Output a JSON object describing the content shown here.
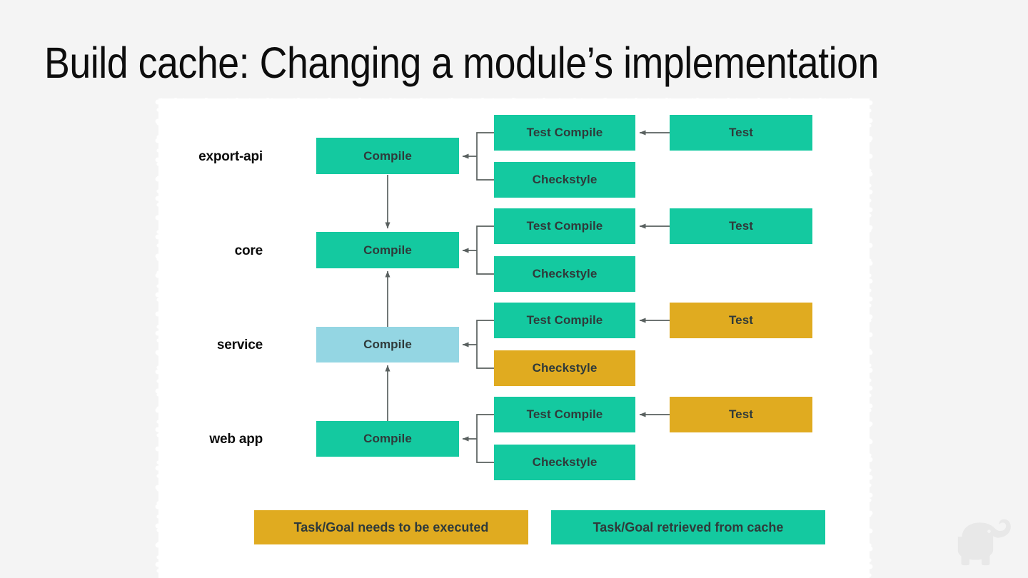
{
  "slide": {
    "title": "Build cache: Changing a module’s implementation",
    "background_color": "#f4f4f4",
    "panel_color": "#ffffff"
  },
  "colors": {
    "cached_green": "#14C9A0",
    "execute_gold": "#E0AB20",
    "changed_blue": "#94D6E3",
    "connector_gray": "#59605F",
    "node_text": "#2f3a3a"
  },
  "diagram": {
    "type": "dependency-graph",
    "rows": [
      {
        "module": "export-api",
        "compile": {
          "label": "Compile",
          "state": "cached",
          "color": "#14C9A0"
        },
        "test_compile": {
          "label": "Test Compile",
          "state": "cached",
          "color": "#14C9A0"
        },
        "checkstyle": {
          "label": "Checkstyle",
          "state": "cached",
          "color": "#14C9A0"
        },
        "test": {
          "label": "Test",
          "state": "cached",
          "color": "#14C9A0"
        }
      },
      {
        "module": "core",
        "compile": {
          "label": "Compile",
          "state": "cached",
          "color": "#14C9A0"
        },
        "test_compile": {
          "label": "Test Compile",
          "state": "cached",
          "color": "#14C9A0"
        },
        "checkstyle": {
          "label": "Checkstyle",
          "state": "cached",
          "color": "#14C9A0"
        },
        "test": {
          "label": "Test",
          "state": "cached",
          "color": "#14C9A0"
        }
      },
      {
        "module": "service",
        "compile": {
          "label": "Compile",
          "state": "changed",
          "color": "#94D6E3"
        },
        "test_compile": {
          "label": "Test Compile",
          "state": "cached",
          "color": "#14C9A0"
        },
        "checkstyle": {
          "label": "Checkstyle",
          "state": "execute",
          "color": "#E0AB20"
        },
        "test": {
          "label": "Test",
          "state": "execute",
          "color": "#E0AB20"
        }
      },
      {
        "module": "web app",
        "compile": {
          "label": "Compile",
          "state": "cached",
          "color": "#14C9A0"
        },
        "test_compile": {
          "label": "Test Compile",
          "state": "cached",
          "color": "#14C9A0"
        },
        "checkstyle": {
          "label": "Checkstyle",
          "state": "cached",
          "color": "#14C9A0"
        },
        "test": {
          "label": "Test",
          "state": "execute",
          "color": "#E0AB20"
        }
      }
    ]
  },
  "legend": {
    "execute": {
      "label": "Task/Goal needs to be executed",
      "color": "#E0AB20"
    },
    "cached": {
      "label": "Task/Goal retrieved from cache",
      "color": "#14C9A0"
    }
  },
  "watermark": {
    "icon": "elephant-logo"
  }
}
